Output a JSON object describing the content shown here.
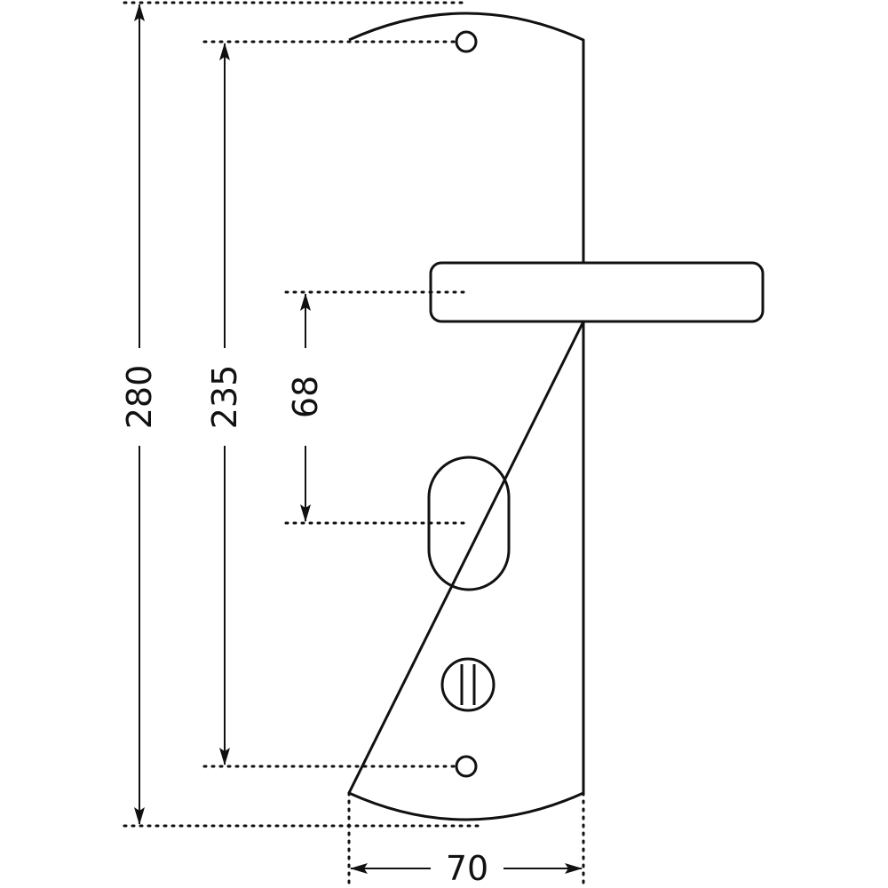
{
  "dimensions": {
    "overall_height": "280",
    "hole_spacing": "235",
    "handle_to_keyhole": "68",
    "plate_width": "70"
  },
  "colors": {
    "line": "#111111",
    "background": "#ffffff"
  }
}
